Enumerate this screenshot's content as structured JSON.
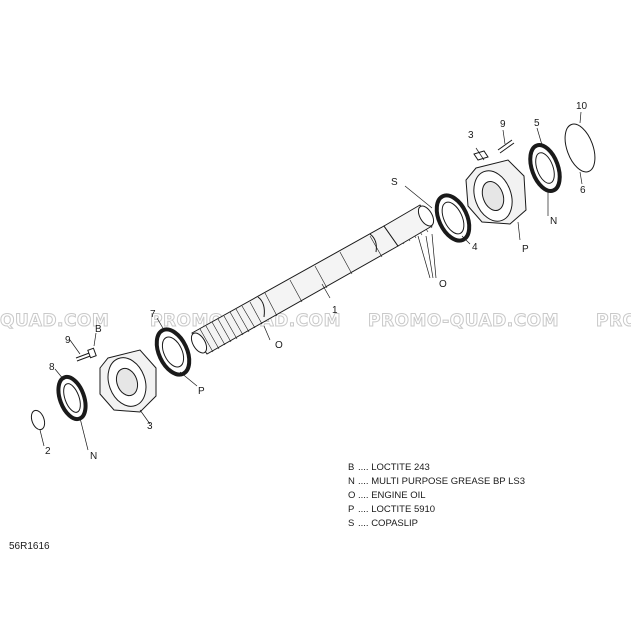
{
  "watermark": {
    "text": "PROMO-QUAD.COM",
    "partial_left": "QUAD.COM",
    "partial_right": "PRO"
  },
  "callouts": {
    "part_1": "1",
    "part_2": "2",
    "part_3_top": "3",
    "part_3_bottom": "3",
    "part_4": "4",
    "part_5": "5",
    "part_6": "6",
    "part_7": "7",
    "part_8": "8",
    "part_9_top": "9",
    "part_9_bottom": "9",
    "part_10": "10",
    "sym_S": "S",
    "sym_O_center": "O",
    "sym_O_shaft": "O",
    "sym_N_top": "N",
    "sym_N_bottom": "N",
    "sym_P_top": "P",
    "sym_P_bottom": "P",
    "sym_B": "B"
  },
  "legend": [
    {
      "code": "B",
      "text": ".... LOCTITE 243"
    },
    {
      "code": "N",
      "text": ".... MULTI PURPOSE GREASE BP LS3"
    },
    {
      "code": "O",
      "text": ".... ENGINE OIL"
    },
    {
      "code": "P",
      "text": ".... LOCTITE 5910"
    },
    {
      "code": "S",
      "text": ".... COPASLIP"
    }
  ],
  "drawing_code": "56R1616",
  "colors": {
    "line": "#1a1a1a",
    "watermark": "#c9c9c9",
    "background": "#ffffff"
  }
}
